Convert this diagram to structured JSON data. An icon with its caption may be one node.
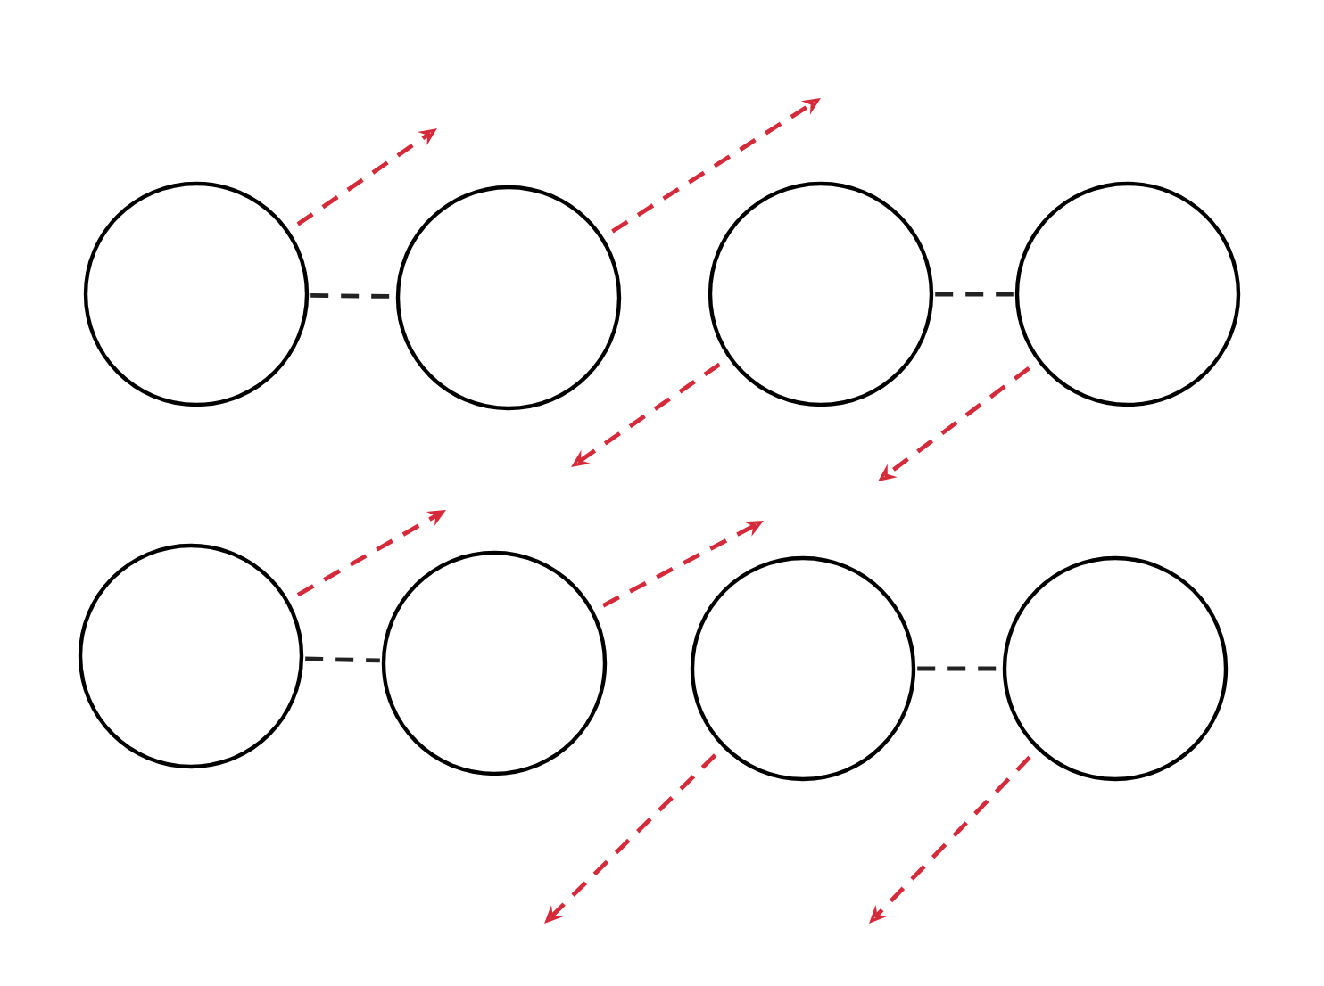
{
  "diagram": {
    "nodes": [
      {
        "text": [],
        "shape": "circle"
      },
      {
        "text": [],
        "shape": "circle"
      },
      {
        "text": [],
        "shape": "circle"
      },
      {
        "text": [],
        "shape": "circle"
      },
      {
        "text": [],
        "shape": "circle"
      },
      {
        "text": [],
        "shape": "circle"
      },
      {
        "text": [],
        "shape": "circle"
      },
      {
        "text": [],
        "shape": "circle"
      }
    ],
    "edges": [
      {
        "from": 0,
        "to": 1,
        "arrow": "none",
        "style": "dashed",
        "color": "#222222"
      },
      {
        "from": 2,
        "to": 3,
        "arrow": "none",
        "style": "dashed",
        "color": "#222222"
      },
      {
        "from": 4,
        "to": 5,
        "arrow": "none",
        "style": "dashed",
        "color": "#222222"
      },
      {
        "from": 6,
        "to": 7,
        "arrow": "none",
        "style": "dashed",
        "color": "#222222"
      },
      {
        "from": 0,
        "to": null,
        "arrow": "to",
        "style": "dashed",
        "color": "#d42a3a"
      },
      {
        "from": 1,
        "to": null,
        "arrow": "to",
        "style": "dashed",
        "color": "#d42a3a"
      },
      {
        "from": 2,
        "to": null,
        "arrow": "to",
        "style": "dashed",
        "color": "#d42a3a"
      },
      {
        "from": 3,
        "to": null,
        "arrow": "to",
        "style": "dashed",
        "color": "#d42a3a"
      },
      {
        "from": 4,
        "to": null,
        "arrow": "to",
        "style": "dashed",
        "color": "#d42a3a"
      },
      {
        "from": 5,
        "to": null,
        "arrow": "to",
        "style": "dashed",
        "color": "#d42a3a"
      },
      {
        "from": 6,
        "to": null,
        "arrow": "to",
        "style": "dashed",
        "color": "#d42a3a"
      },
      {
        "from": 7,
        "to": null,
        "arrow": "to",
        "style": "dashed",
        "color": "#d42a3a"
      }
    ]
  }
}
